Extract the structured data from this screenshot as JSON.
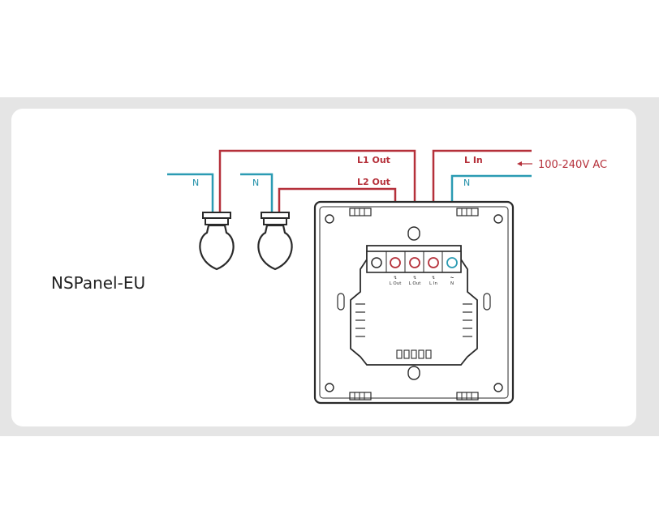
{
  "title": "NSPanel-EU",
  "supply_label": "100-240V AC",
  "wire_labels": {
    "l1_out": "L1 Out",
    "l2_out": "L2 Out",
    "l_in": "L In",
    "n_lamp1": "N",
    "n_lamp2": "N",
    "n_supply": "N"
  },
  "terminals": [
    {
      "symbol": "↯",
      "label": "L Out"
    },
    {
      "symbol": "↯",
      "label": "L Out"
    },
    {
      "symbol": "↯",
      "label": "L In"
    },
    {
      "symbol": "⏦",
      "label": "N"
    }
  ],
  "colors": {
    "live": "#b5303a",
    "neutral": "#2b9bb3",
    "device": "#2a2a2a",
    "panel_band": "#e5e5e5",
    "card": "#ffffff"
  }
}
